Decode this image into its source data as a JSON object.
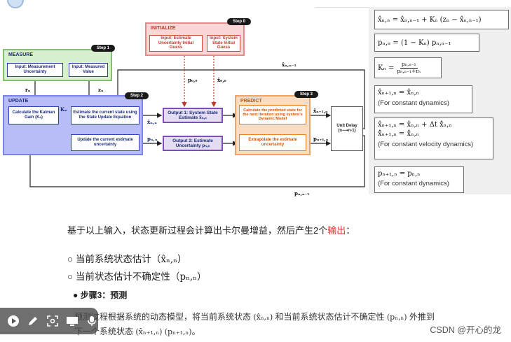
{
  "diagram": {
    "measure": {
      "title": "MEASURE",
      "step": "Step 1",
      "input1": "Input: Measurement Uncertainty",
      "input2": "Input: Measured Value",
      "sym_r": "rₙ",
      "sym_z": "zₙ"
    },
    "initialize": {
      "title": "INITIALIZE",
      "step": "Step 0",
      "input1": "Input: Estimate Uncertainty Initial Guess",
      "input2": "Input: System State Initial Guess",
      "sym_p00": "p₀,₀",
      "sym_x00": "x̂₀,₀"
    },
    "update": {
      "title": "UPDATE",
      "step": "Step 2",
      "box_gain": "Calculate the Kalman Gain (Kₙ)",
      "box_state": "Estimate the current state using the State Update Equation",
      "box_unc": "Update the current estimate uncertainty",
      "sym_K": "Kₙ"
    },
    "outputs": {
      "out1": "Output 1: System State Estimate x̂ₙ,ₙ",
      "out2": "Output 2: Estimate Uncertainty pₙ,ₙ",
      "sym_xnn": "x̂ₙ,ₙ",
      "sym_pnn": "pₙ,ₙ"
    },
    "predict": {
      "title": "PREDICT",
      "step": "Step 3",
      "box_state": "Calculate the predicted state for the next iteration using system's Dynamic Model",
      "box_unc": "Extrapolate the estimate uncertainty",
      "sym_x": "x̂ₙ₊₁,ₙ",
      "sym_p": "pₙ₊₁,ₙ"
    },
    "delay": {
      "label": "Unit Delay (n⟶n-1)"
    },
    "feedback": {
      "sym_x": "x̂ₙ,ₙ₋₁",
      "sym_p": "pₙ,ₙ₋₁"
    }
  },
  "formulas": {
    "f1": "x̂ₙ,ₙ = x̂ₙ,ₙ₋₁ + Kₙ (zₙ − x̂ₙ,ₙ₋₁)",
    "f2": "pₙ,ₙ = (1 − Kₙ) pₙ,ₙ₋₁",
    "f3_lhs": "Kₙ =",
    "f3_num": "pₙ,ₙ₋₁",
    "f3_den": "pₙ,ₙ₋₁+rₙ",
    "f4": "x̂ₙ₊₁,ₙ = x̂ₙ,ₙ",
    "f4_note": "(For constant dynamics)",
    "f5a": "x̂ₙ₊₁,ₙ = x̂ₙ,ₙ + Δt x̂̇ₙ,ₙ",
    "f5b": "x̂̇ₙ₊₁,ₙ = x̂̇ₙ,ₙ",
    "f5_note": "(For constant velocity dynamics)",
    "f6": "pₙ₊₁,ₙ = pₙ,ₙ",
    "f6_note": "(For constant dynamics)"
  },
  "text": {
    "para_prefix": "基于以上输入，状态更新过程会计算出卡尔曼增益，然后产生2个",
    "para_highlight": "输出",
    "para_suffix": "：",
    "bullet1": "○ 当前系统状态估计（",
    "bullet1_sym": "x̂ₙ,ₙ",
    "bullet1_end": "）",
    "bullet2": "○ 当前状态估计不确定性（",
    "bullet2_sym": "pₙ,ₙ",
    "bullet2_end": "）",
    "step3": "● 步骤3：预测",
    "desc1_a": "预测过程根据系统的动态模型，将当前系统状态",
    "desc1_sym1": "(x̂ₙ,ₙ)",
    "desc1_b": "和当前系统状态估计不确定性",
    "desc1_sym2": "(pₙ,ₙ)",
    "desc1_c": "外推到",
    "desc2_a": "下一个系统状态",
    "desc2_sym1": "(x̂ₙ₊₁,ₙ)",
    "desc2_sym2": "(pₙ₊₁,ₙ)",
    "desc2_end": "。"
  },
  "toolbar": {
    "play_icon": "play-icon",
    "pen_icon": "pen-icon",
    "capture_icon": "screen-capture-icon",
    "screen_icon": "screen-icon",
    "mic_icon": "microphone-icon"
  },
  "watermark": "CSDN @开心的龙",
  "colors": {
    "update_bg": "#b8bdf7",
    "measure_bg": "#d8f0d0",
    "init_bg": "#fbd6d6",
    "predict_bg": "#f9dcc2",
    "highlight": "#d4352a"
  }
}
